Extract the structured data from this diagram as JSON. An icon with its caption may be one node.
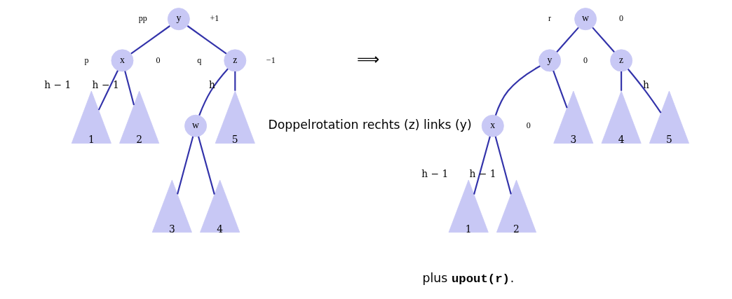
{
  "diagram": {
    "nodes": [
      {
        "text": [
          "y"
        ],
        "beside": [
          "pp",
          "+1"
        ]
      },
      {
        "text": [
          "x"
        ],
        "beside": [
          "p",
          "0"
        ]
      },
      {
        "text": [
          "z"
        ],
        "beside": [
          "q",
          "−1"
        ]
      },
      {
        "text": [
          "w"
        ]
      },
      {
        "text": [
          "1"
        ],
        "beside": [
          "h − 1"
        ]
      },
      {
        "text": [
          "2"
        ],
        "beside": [
          "h − 1"
        ]
      },
      {
        "text": [
          "3"
        ]
      },
      {
        "text": [
          "4"
        ]
      },
      {
        "text": [
          "5"
        ],
        "beside": [
          "h"
        ]
      },
      {
        "text": [
          "w"
        ],
        "beside": [
          "r",
          "0"
        ]
      },
      {
        "text": [
          "y"
        ],
        "beside": [
          "0"
        ]
      },
      {
        "text": [
          "z"
        ]
      },
      {
        "text": [
          "x"
        ],
        "beside": [
          "0"
        ]
      },
      {
        "text": [
          "1"
        ],
        "beside": [
          "h − 1"
        ]
      },
      {
        "text": [
          "2"
        ],
        "beside": [
          "h − 1"
        ]
      },
      {
        "text": [
          "3"
        ]
      },
      {
        "text": [
          "4"
        ]
      },
      {
        "text": [
          "5"
        ],
        "beside": [
          "h"
        ]
      }
    ],
    "edges": [
      {
        "from": 0,
        "to": 1,
        "arrow": "none"
      },
      {
        "from": 0,
        "to": 2,
        "arrow": "none"
      },
      {
        "from": 1,
        "to": 4,
        "arrow": "none"
      },
      {
        "from": 1,
        "to": 5,
        "arrow": "none"
      },
      {
        "from": 2,
        "to": 3,
        "arrow": "none"
      },
      {
        "from": 2,
        "to": 8,
        "arrow": "none"
      },
      {
        "from": 3,
        "to": 6,
        "arrow": "none"
      },
      {
        "from": 3,
        "to": 7,
        "arrow": "none"
      },
      {
        "from": 9,
        "to": 10,
        "arrow": "none"
      },
      {
        "from": 9,
        "to": 11,
        "arrow": "none"
      },
      {
        "from": 10,
        "to": 12,
        "arrow": "none"
      },
      {
        "from": 10,
        "to": 15,
        "arrow": "none"
      },
      {
        "from": 12,
        "to": 13,
        "arrow": "none"
      },
      {
        "from": 12,
        "to": 14,
        "arrow": "none"
      },
      {
        "from": 11,
        "to": 16,
        "arrow": "none"
      },
      {
        "from": 11,
        "to": 17,
        "arrow": "none"
      }
    ],
    "labels": [
      "⟹",
      "Doppelrotation rechts (z) links (y)",
      "plus **upout(r)**."
    ]
  }
}
